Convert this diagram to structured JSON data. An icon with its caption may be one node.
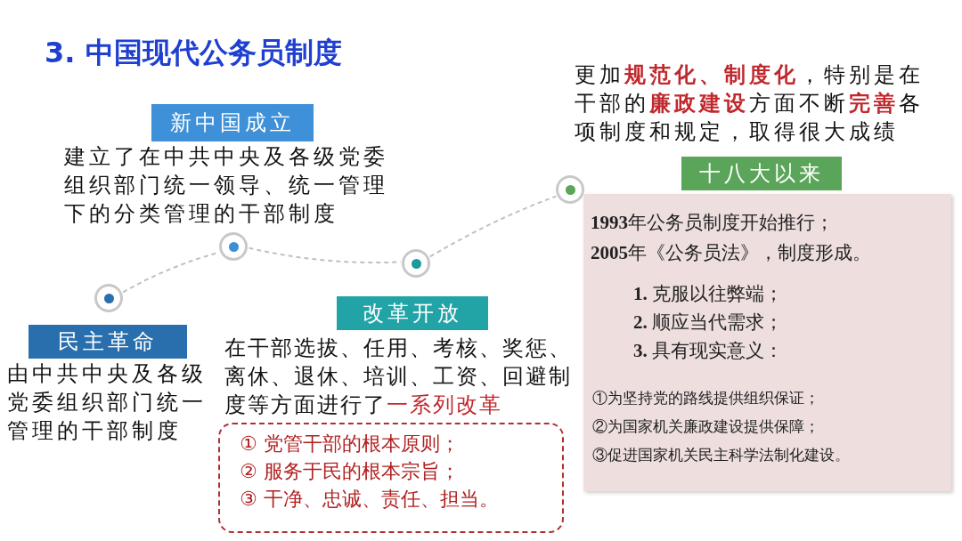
{
  "diagram": {
    "title": "3. 中国现代公务员制度",
    "nodes": [
      {
        "text": [
          "民主革命"
        ],
        "beside": [
          "由中共中央及各级党委组织部门统一管理的干部制度"
        ]
      },
      {
        "text": [
          "新中国成立"
        ],
        "beside": [
          "建立了在中共中央及各级党委组织部门统一领导、统一管理下的分类管理的干部制度"
        ]
      },
      {
        "text": [
          "改革开放"
        ],
        "beside": [
          "在干部选拔、任用、考核、奖惩、离休、退休、培训、工资、回避制度等方面进行了**一系列改革**"
        ]
      },
      {
        "text": [
          "① 党管干部的根本原则；",
          "② 服务于民的根本宗旨；",
          "③ 干净、忠诚、责任、担当。"
        ]
      },
      {
        "text": [
          "十八大以来"
        ],
        "beside": [
          "更加**规范化、制度化**，特别是在干部的**廉政建设**方面不断**完善**各项制度和规定，取得很大成绩"
        ]
      },
      {
        "text": [
          "**1993**年公务员制度开始推行；",
          "**2005**年《公务员法》，制度形成。",
          "**1.** 克服以往弊端；",
          "**2.** 顺应当代需求；",
          "**3.** 具有现实意义：",
          "①为坚持党的路线提供组织保证；",
          "②为国家机关廉政建设提供保障；",
          "③促进国家机关民主科学法制化建设。"
        ]
      },
      {
        "text": [],
        "shape": "circle"
      },
      {
        "text": [],
        "shape": "circle"
      },
      {
        "text": [],
        "shape": "circle"
      },
      {
        "text": [],
        "shape": "circle"
      }
    ],
    "edges": [
      {
        "from": 6,
        "to": 7,
        "arrow": "none",
        "style": "dashed"
      },
      {
        "from": 7,
        "to": 8,
        "arrow": "none",
        "style": "dashed"
      },
      {
        "from": 8,
        "to": 9,
        "arrow": "none",
        "style": "dashed"
      }
    ]
  }
}
